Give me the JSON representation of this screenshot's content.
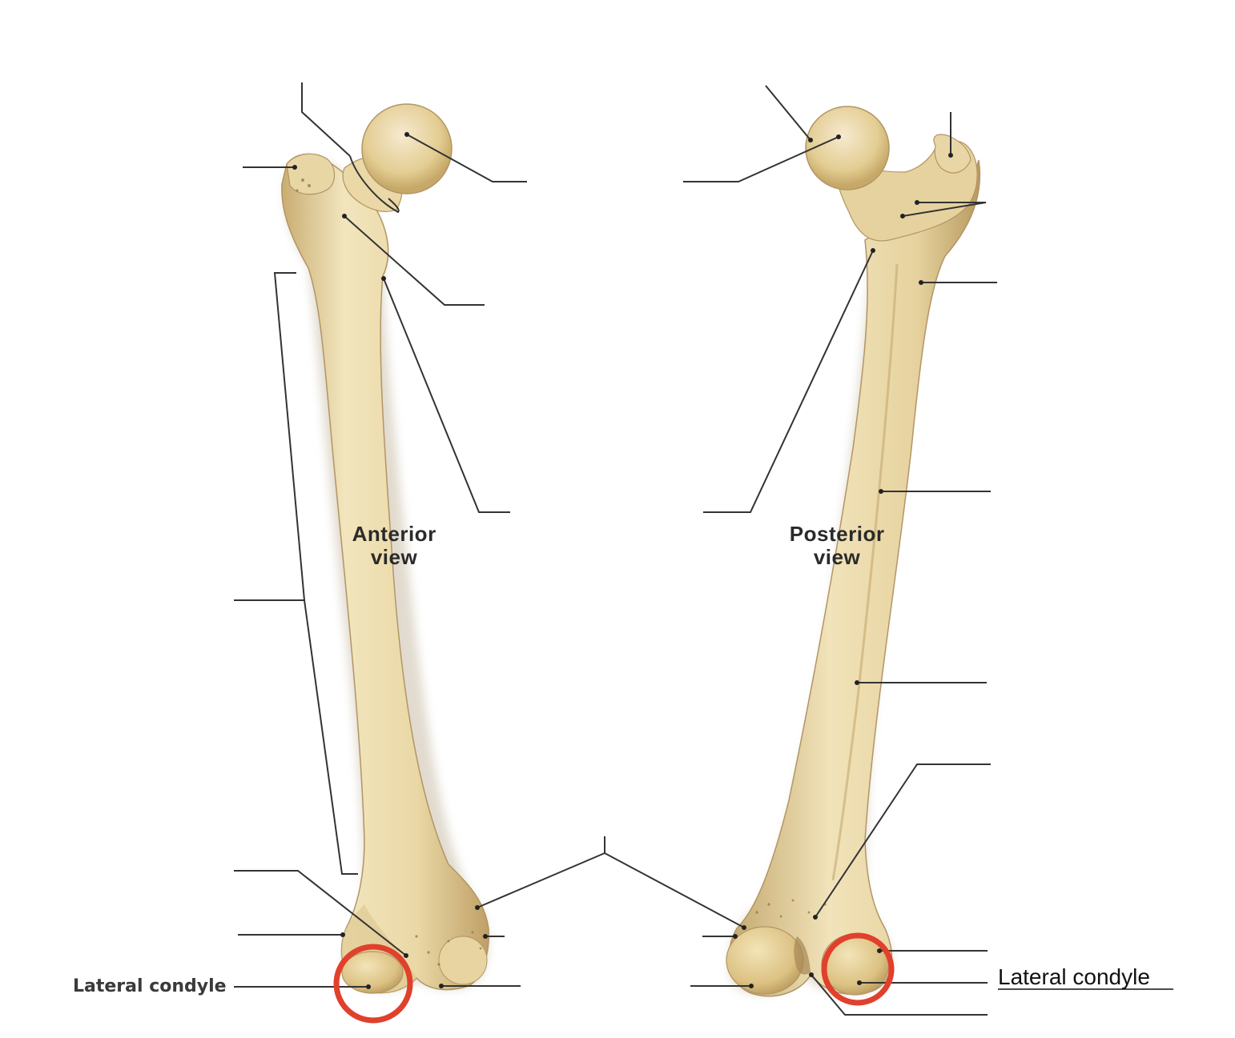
{
  "views": {
    "anterior": "Anterior\nview",
    "posterior": "Posterior\nview"
  },
  "labels": {
    "left_lateral_condyle": "Lateral condyle",
    "right_lateral_condyle": "Lateral condyle"
  },
  "colors": {
    "bone": "#ecdcae",
    "bone_shade": "#cdb37a",
    "bone_highlight": "#f8eed0",
    "leader": "#333333",
    "highlight_circle": "#e0402c"
  }
}
